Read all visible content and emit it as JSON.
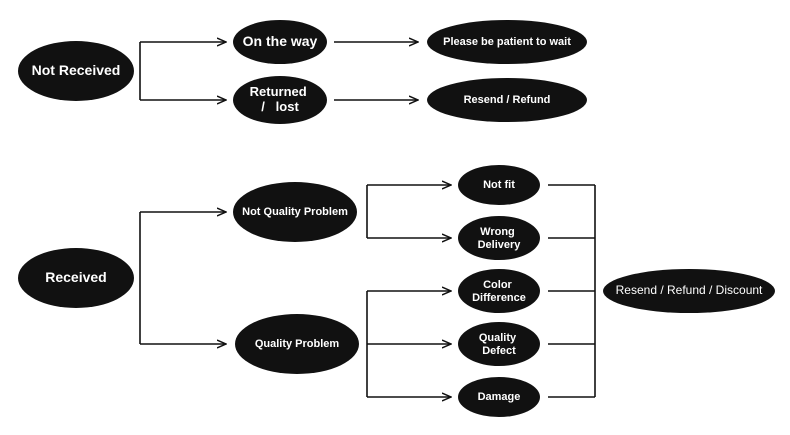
{
  "nodes": {
    "not_received": {
      "lines": [
        "Not Received"
      ]
    },
    "on_the_way": {
      "lines": [
        "On the way"
      ]
    },
    "returned_lost": {
      "lines": [
        "Returned",
        "/   lost"
      ]
    },
    "please_wait": {
      "lines": [
        "Please be patient to wait"
      ]
    },
    "resend_refund": {
      "lines": [
        "Resend / Refund"
      ]
    },
    "received": {
      "lines": [
        "Received"
      ]
    },
    "not_quality_problem": {
      "lines": [
        "Not Quality Problem"
      ]
    },
    "quality_problem": {
      "lines": [
        "Quality Problem"
      ]
    },
    "not_fit": {
      "lines": [
        "Not fit"
      ]
    },
    "wrong_delivery": {
      "lines": [
        "Wrong",
        "Delivery"
      ]
    },
    "color_difference": {
      "lines": [
        "Color",
        "Difference"
      ]
    },
    "quality_defect": {
      "lines": [
        "Quality",
        "Defect"
      ]
    },
    "damage": {
      "lines": [
        "Damage"
      ]
    },
    "resend_refund_discount": {
      "lines": [
        "Resend / Refund / Discount"
      ]
    }
  },
  "colors": {
    "node_fill": "#111111",
    "node_text": "#ffffff",
    "connector": "#111111",
    "background": "#ffffff"
  }
}
